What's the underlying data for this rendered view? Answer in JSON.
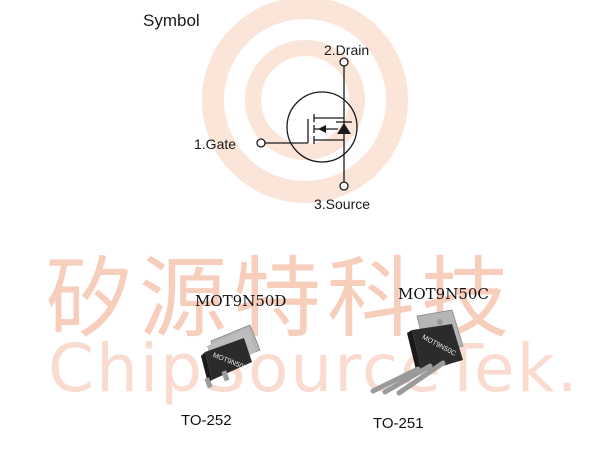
{
  "symbol_title": "Symbol",
  "pins": {
    "drain": "2.Drain",
    "gate": "1.Gate",
    "source": "3.Source"
  },
  "watermark": {
    "chinese": "矽源特科技",
    "latin": "ChipSourceTek."
  },
  "packages": [
    {
      "part_number": "MOT9N50D",
      "marking": "MOT9N50D",
      "package": "TO-252"
    },
    {
      "part_number": "MOT9N50C",
      "marking": "MOT9N50C",
      "package": "TO-251"
    }
  ],
  "colors": {
    "watermark": "#f7cdbb",
    "ink": "#1a1a1a",
    "chip_body": "#2b2b2b",
    "chip_tab": "#bdbdbd"
  }
}
